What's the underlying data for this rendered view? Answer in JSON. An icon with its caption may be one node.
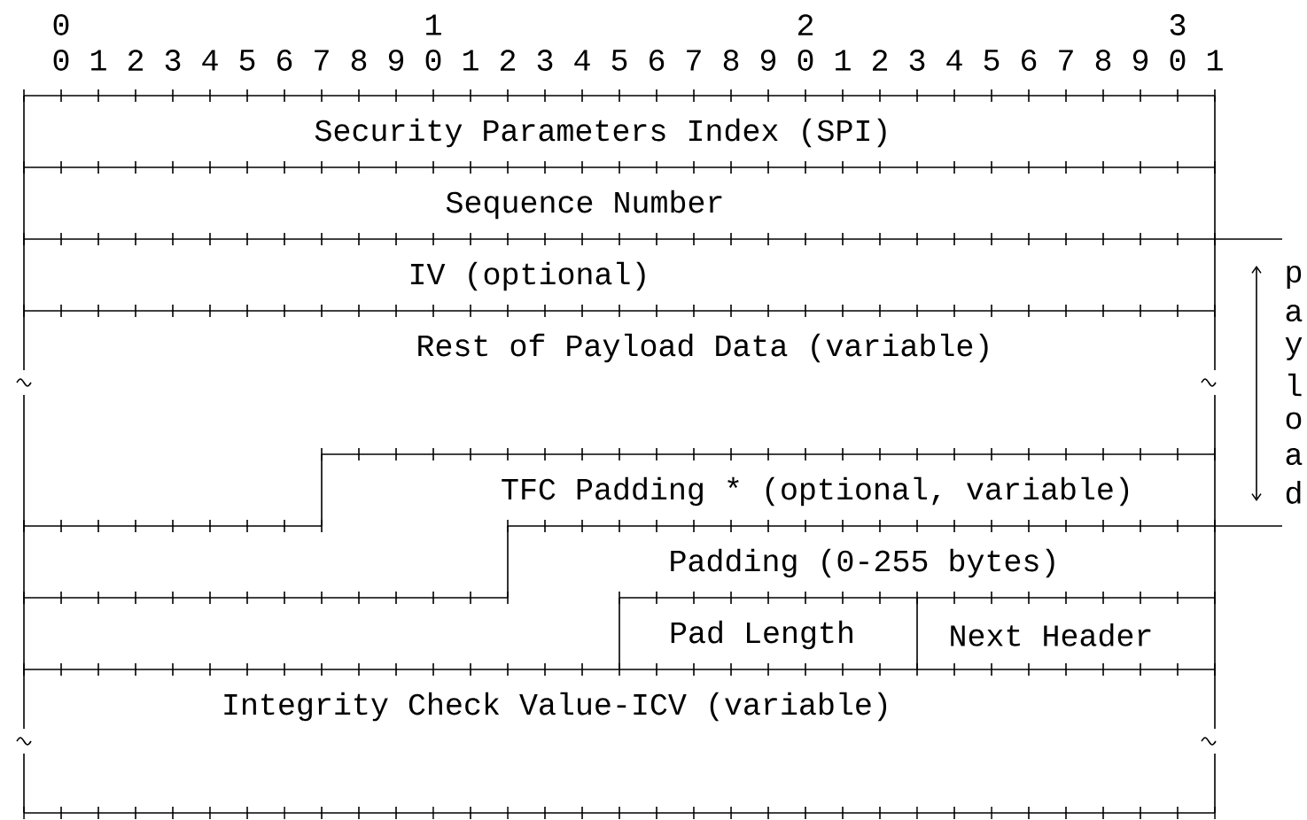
{
  "diagram": {
    "nodes": [
      {
        "text": [
          "Security Parameters Index (SPI)"
        ]
      },
      {
        "text": [
          "Sequence Number"
        ]
      },
      {
        "text": [
          "IV (optional)"
        ]
      },
      {
        "text": [
          "Rest of Payload Data  (variable)"
        ]
      },
      {
        "text": [
          "TFC Padding * (optional, variable)"
        ]
      },
      {
        "text": [
          "Padding (0-255 bytes)"
        ]
      },
      {
        "text": [
          "Pad Length"
        ]
      },
      {
        "text": [
          "Next Header"
        ]
      },
      {
        "text": [
          "Integrity Check Value-ICV   (variable)"
        ]
      }
    ],
    "labels": [
      "0",
      "1",
      "2",
      "3",
      "0",
      "1",
      "2",
      "3",
      "4",
      "5",
      "6",
      "7",
      "8",
      "9",
      "0",
      "1",
      "2",
      "3",
      "4",
      "5",
      "6",
      "7",
      "8",
      "9",
      "0",
      "1",
      "2",
      "3",
      "4",
      "5",
      "6",
      "7",
      "8",
      "9",
      "0",
      "1",
      "p",
      "a",
      "y",
      "l",
      "o",
      "a",
      "d"
    ]
  }
}
